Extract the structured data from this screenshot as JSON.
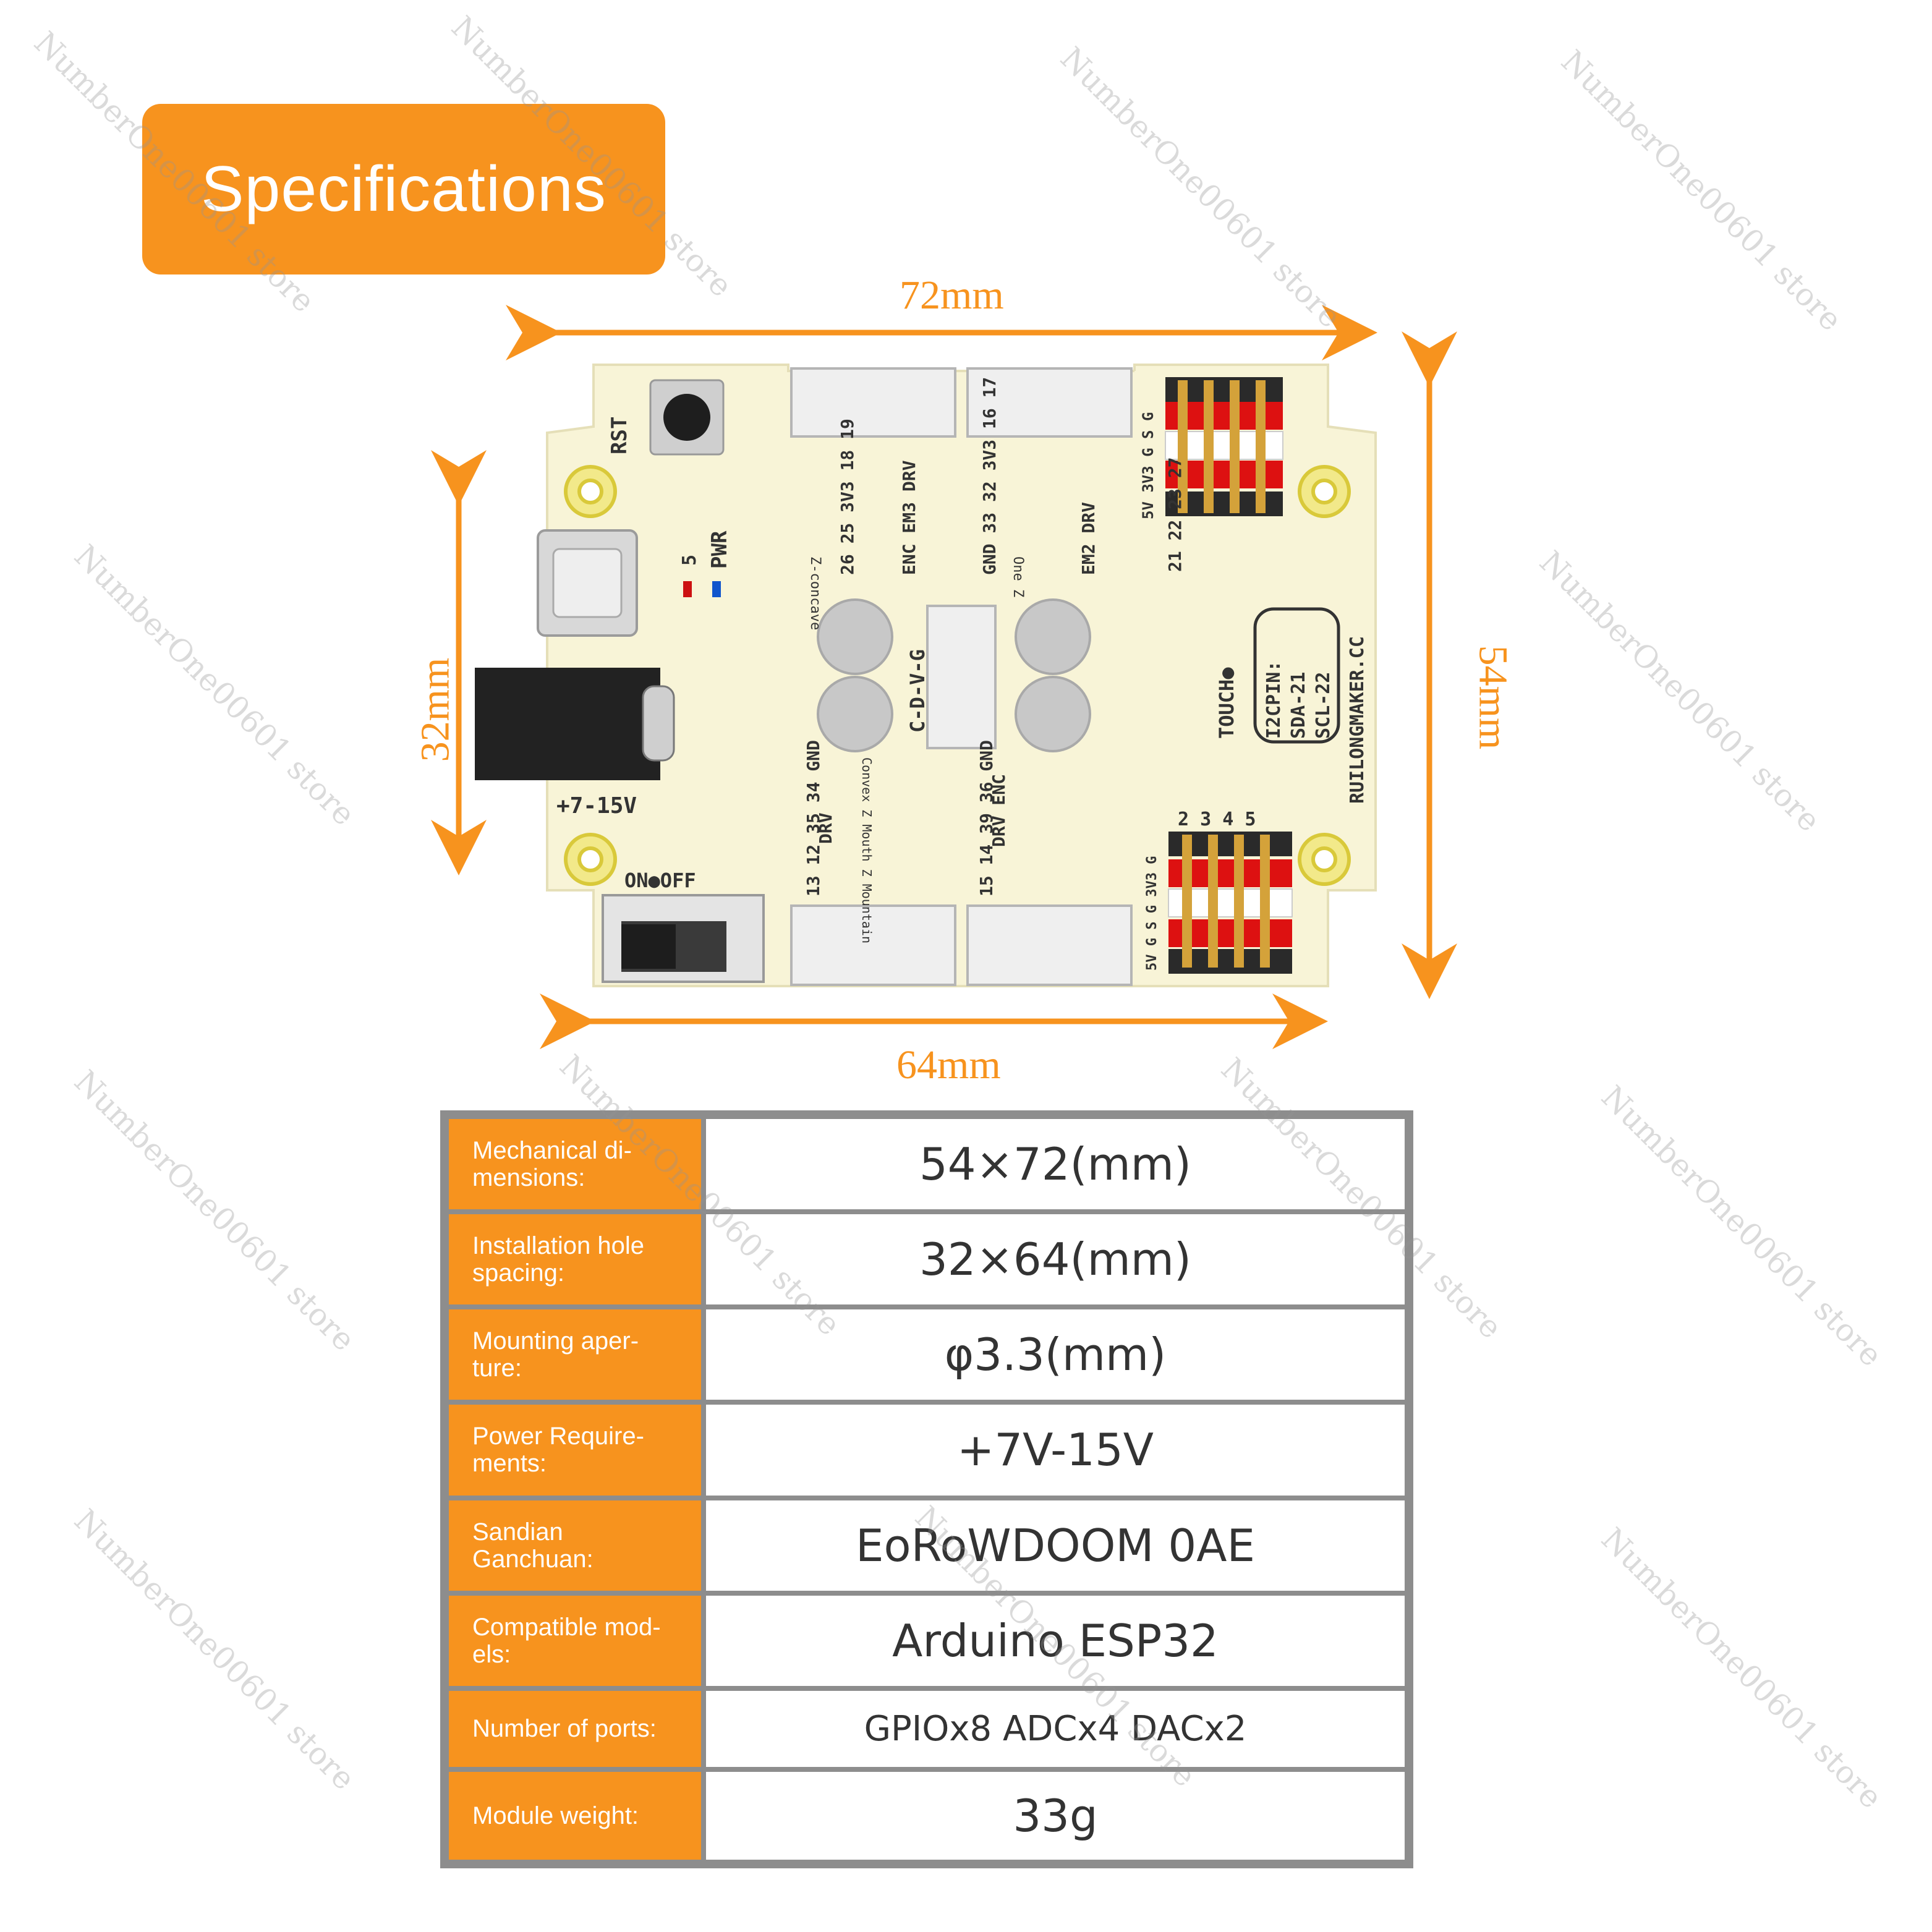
{
  "title": "Specifications",
  "dimensions": {
    "top": "72mm",
    "bottom": "64mm",
    "left": "32mm",
    "right": "54mm"
  },
  "board": {
    "rst": "RST",
    "pwr": "PWR",
    "pwr_num": "5",
    "dc_label": "+7-15V",
    "switch_label": "ON●OFF",
    "touch": "TOUCH●",
    "brand": "RUILONGMAKER.CC",
    "i2c_title": "I2CPIN:",
    "i2c_sda": "SDA-21",
    "i2c_scl": "SCL-22",
    "cdvg": "C-D-V-G",
    "tl_top": "26  25  3V3  18  19",
    "tl_bot": "ENC  EM3  DRV",
    "tl_side": "Z-concave",
    "tc_top": "GND  33  32  3V3  16  17",
    "tc_bot": "EM2  DRV",
    "tc_side": "One Z",
    "bl_top": "DRV",
    "bl_bot": "13  12  35  34  GND",
    "bl_side": "Convex Z Mouth Z Mountain",
    "bc_top": "DRV  ENC",
    "bc_bot": "15  14  39  36  GND",
    "right_top": "21  22  23  27",
    "right_cols": "5V 3V3 G S G",
    "right_bottom_nums": "2  3  4  5",
    "right_cols_bottom": "5V G S G 3V3 G"
  },
  "specs": [
    {
      "label": "Mechanical di-\nmensions:",
      "value": "54×72(mm)"
    },
    {
      "label": "Installation hole\nspacing:",
      "value": "32×64(mm)"
    },
    {
      "label": "Mounting aper-\nture:",
      "value": "φ3.3(mm)"
    },
    {
      "label": "Power Require-\nments:",
      "value": "+7V-15V"
    },
    {
      "label": "Sandian\nGanchuan:",
      "value": "EoRoWDOOM 0AE"
    },
    {
      "label": "Compatible mod-\nels:",
      "value": "Arduino ESP32"
    },
    {
      "label": "Number of ports:",
      "value": "GPIOx8  ADCx4  DACx2"
    },
    {
      "label": "Module weight:",
      "value": "33g"
    }
  ],
  "watermark": "NumberOne00601 store",
  "colors": {
    "accent": "#f7931e",
    "board": "#f8f4d7",
    "table_border": "#8d8d8d"
  }
}
